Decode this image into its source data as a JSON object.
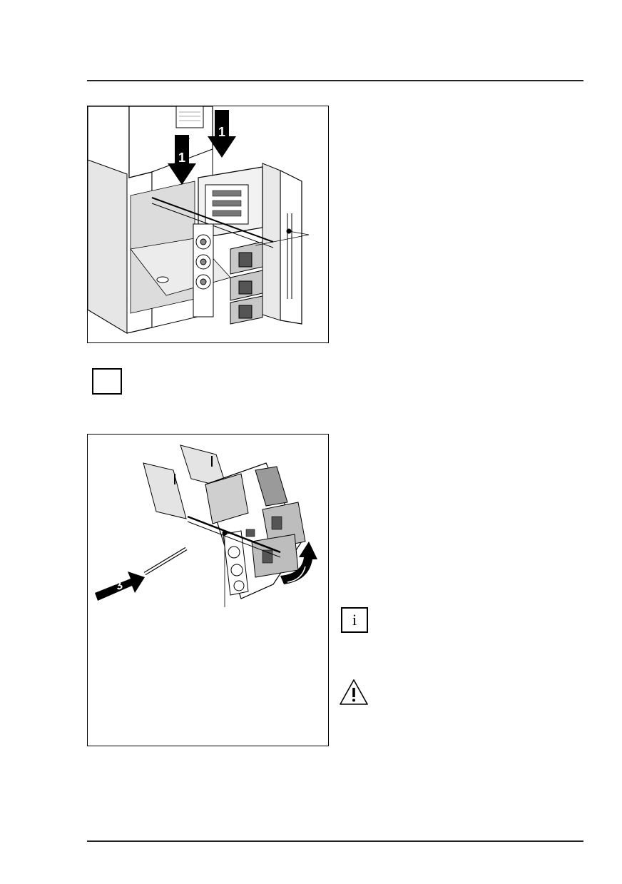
{
  "figure1": {
    "callouts": [
      "1",
      "1"
    ]
  },
  "figure2": {
    "callouts": [
      "3"
    ]
  },
  "icons": {
    "note_box": "empty-square-icon",
    "info": "info-icon",
    "info_glyph": "i",
    "warning": "warning-triangle-icon"
  },
  "colors": {
    "ink": "#000000",
    "gray_fill": "#9a9a9a",
    "light_fill": "#e6e6e6"
  }
}
